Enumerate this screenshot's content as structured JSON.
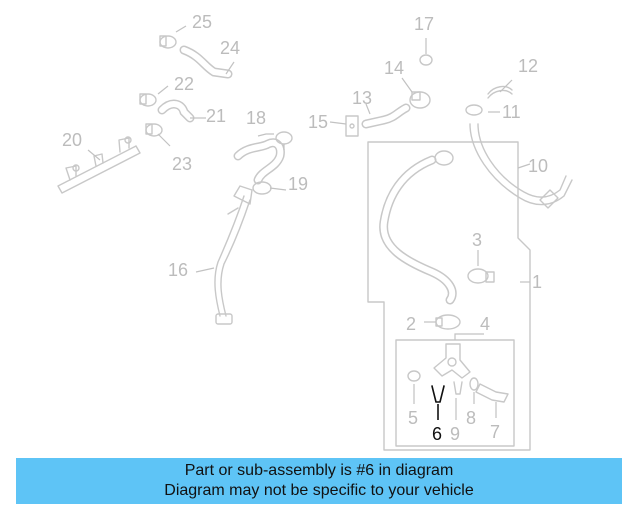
{
  "diagram": {
    "highlighted_part": "6",
    "callouts": [
      "1",
      "2",
      "3",
      "4",
      "5",
      "6",
      "7",
      "8",
      "9",
      "10",
      "11",
      "12",
      "13",
      "14",
      "15",
      "16",
      "17",
      "18",
      "19",
      "20",
      "21",
      "22",
      "23",
      "24",
      "25"
    ]
  },
  "caption": {
    "line1": "Part or sub-assembly is #6 in diagram",
    "line2": "Diagram may not be specific to your vehicle"
  },
  "colors": {
    "caption_bg": "#5ec4f6",
    "part_lines": "#c8c8c8",
    "highlight": "#111111"
  }
}
